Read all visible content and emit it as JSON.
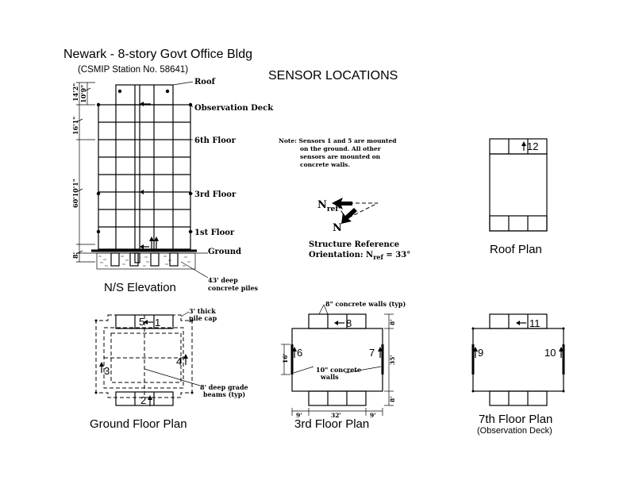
{
  "title": "Newark - 8-story Govt Office Bldg",
  "subtitle": "(CSMIP Station No. 58641)",
  "heading": "SENSOR LOCATIONS",
  "elevation": {
    "levels": {
      "roof": "Roof",
      "obs_deck": "Observation Deck",
      "sixth": "6th Floor",
      "third": "3rd Floor",
      "first": "1st Floor",
      "ground": "Ground"
    },
    "dims": {
      "d1": "14'2\"",
      "d2": "10'9\"",
      "d3": "16'1\"",
      "d4": "60'10'1\"",
      "d5": "8'"
    },
    "piles_note": [
      "43' deep",
      "concrete piles"
    ],
    "caption": "N/S Elevation"
  },
  "note": {
    "lines": [
      "Note:  Sensors 1 and 5 are mounted",
      "on the ground.  All other",
      "sensors are mounted on",
      "concrete walls."
    ]
  },
  "orientation": {
    "nref_letter": "N",
    "nref_sub": "ref",
    "n_label": "N",
    "line1": "Structure Reference",
    "line2_prefix": "Orientation: N",
    "line2_sub": "ref",
    "line2_suffix": " = 33°"
  },
  "roof_plan": {
    "caption": "Roof Plan",
    "sensor": "12"
  },
  "ground_plan": {
    "caption": "Ground Floor Plan",
    "pile_cap_note": [
      "3' thick",
      "pile cap"
    ],
    "beams_note": [
      "8' deep grade",
      "beams (typ)"
    ],
    "sensors": {
      "s1": "1",
      "s2": "2",
      "s3": "3",
      "s4": "4",
      "s5": "5"
    }
  },
  "third_plan": {
    "caption": "3rd Floor Plan",
    "walls8_note": "8\" concrete walls (typ)",
    "walls10_note": [
      "10\" concrete",
      "walls"
    ],
    "dims": {
      "top": "8'",
      "bottom": "8'",
      "left": "16'",
      "right": "35'",
      "d9a": "9'",
      "d32": "32'",
      "d9b": "9'"
    },
    "sensors": {
      "s6": "6",
      "s7": "7",
      "s8": "8"
    }
  },
  "seventh_plan": {
    "caption": "7th Floor Plan",
    "subcaption": "(Observation Deck)",
    "sensors": {
      "s9": "9",
      "s10": "10",
      "s11": "11"
    }
  }
}
